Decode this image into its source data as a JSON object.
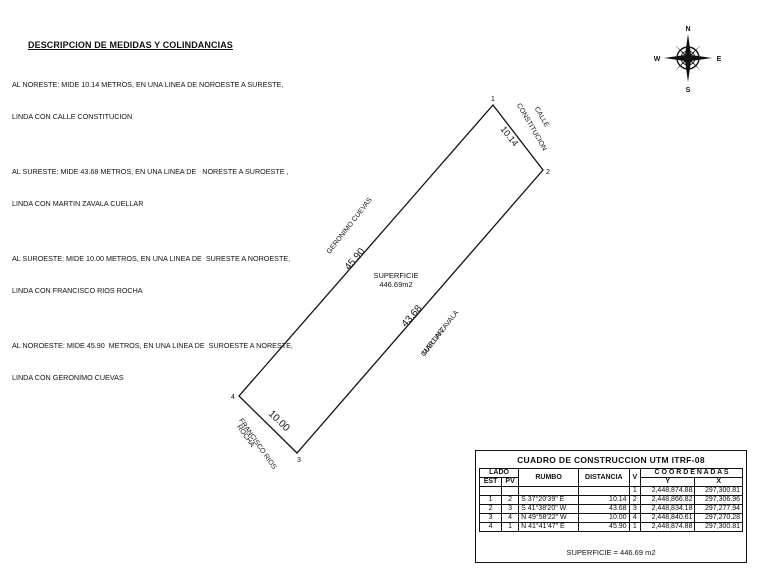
{
  "description": {
    "title": "DESCRIPCION DE MEDIDAS Y COLINDANCIAS",
    "items": [
      {
        "line1": "AL NORESTE: MIDE 10.14 METROS, EN UNA LINEA DE NOROESTE A SURESTE,",
        "line2": "LINDA CON CALLE CONSTITUCION"
      },
      {
        "line1": "AL SURESTE: MIDE 43.68 METROS, EN UNA LINEA DE   NORESTE A SUROESTE ,",
        "line2": "LINDA CON MARTIN ZAVALA CUELLAR"
      },
      {
        "line1": "AL SUROESTE: MIDE 10.00 METROS, EN UNA LINEA DE  SURESTE A NOROESTE,",
        "line2": "LINDA CON FRANCISCO RIOS ROCHA"
      },
      {
        "line1": "AL NOROESTE: MIDE 45.90  METROS, EN UNA LINEA DE  SUROESTE A NORESTE,",
        "line2": "LINDA CON GERONIMO CUEVAS"
      }
    ]
  },
  "compass": {
    "icon": "compass-rose-icon",
    "n": "N",
    "s": "S",
    "e": "E",
    "w": "W"
  },
  "plan": {
    "vertices": [
      "1",
      "2",
      "3",
      "4"
    ],
    "side_lengths": {
      "s12": "10.14",
      "s23": "43.68",
      "s34": "10.00",
      "s41": "45.90"
    },
    "neighbors": {
      "ne_line1": "CALLE",
      "ne_line2": "CONSTITUCION",
      "se_line1": "MARTIN ZAVALA",
      "se_line2": "CUELLAR",
      "sw_line1": "FRANCISCO RIOS",
      "sw_line2": "ROCHA",
      "nw": "GERONIMO CUEVAS"
    },
    "area_label": "SUPERFICIE",
    "area_value": "446.69m2"
  },
  "table": {
    "title": "CUADRO DE CONSTRUCCION UTM ITRF-08",
    "headers": {
      "lado": "LADO",
      "est": "EST",
      "pv": "PV",
      "rumbo": "RUMBO",
      "distancia": "DISTANCIA",
      "v": "V",
      "coordenadas": "C O O R D E N A D A S",
      "y": "Y",
      "x": "X"
    },
    "rows": [
      {
        "est": "",
        "pv": "",
        "rumbo": "",
        "dist": "",
        "v": "1",
        "y": "2,448,874.88",
        "x": "297,300.81"
      },
      {
        "est": "1",
        "pv": "2",
        "rumbo": "S 37°20'39\" E",
        "dist": "10.14",
        "v": "2",
        "y": "2,448,866.82",
        "x": "297,306.96"
      },
      {
        "est": "2",
        "pv": "3",
        "rumbo": "S 41°38'20\" W",
        "dist": "43.68",
        "v": "3",
        "y": "2,448,834.18",
        "x": "297,277.94"
      },
      {
        "est": "3",
        "pv": "4",
        "rumbo": "N 49°58'22\" W",
        "dist": "10.00",
        "v": "4",
        "y": "2,448,840.61",
        "x": "297,270.28"
      },
      {
        "est": "4",
        "pv": "1",
        "rumbo": "N 41°41'47\" E",
        "dist": "45.90",
        "v": "1",
        "y": "2,448,874.88",
        "x": "297,300.81"
      }
    ],
    "footer": "SUPERFICIE = 446.69 m2"
  }
}
